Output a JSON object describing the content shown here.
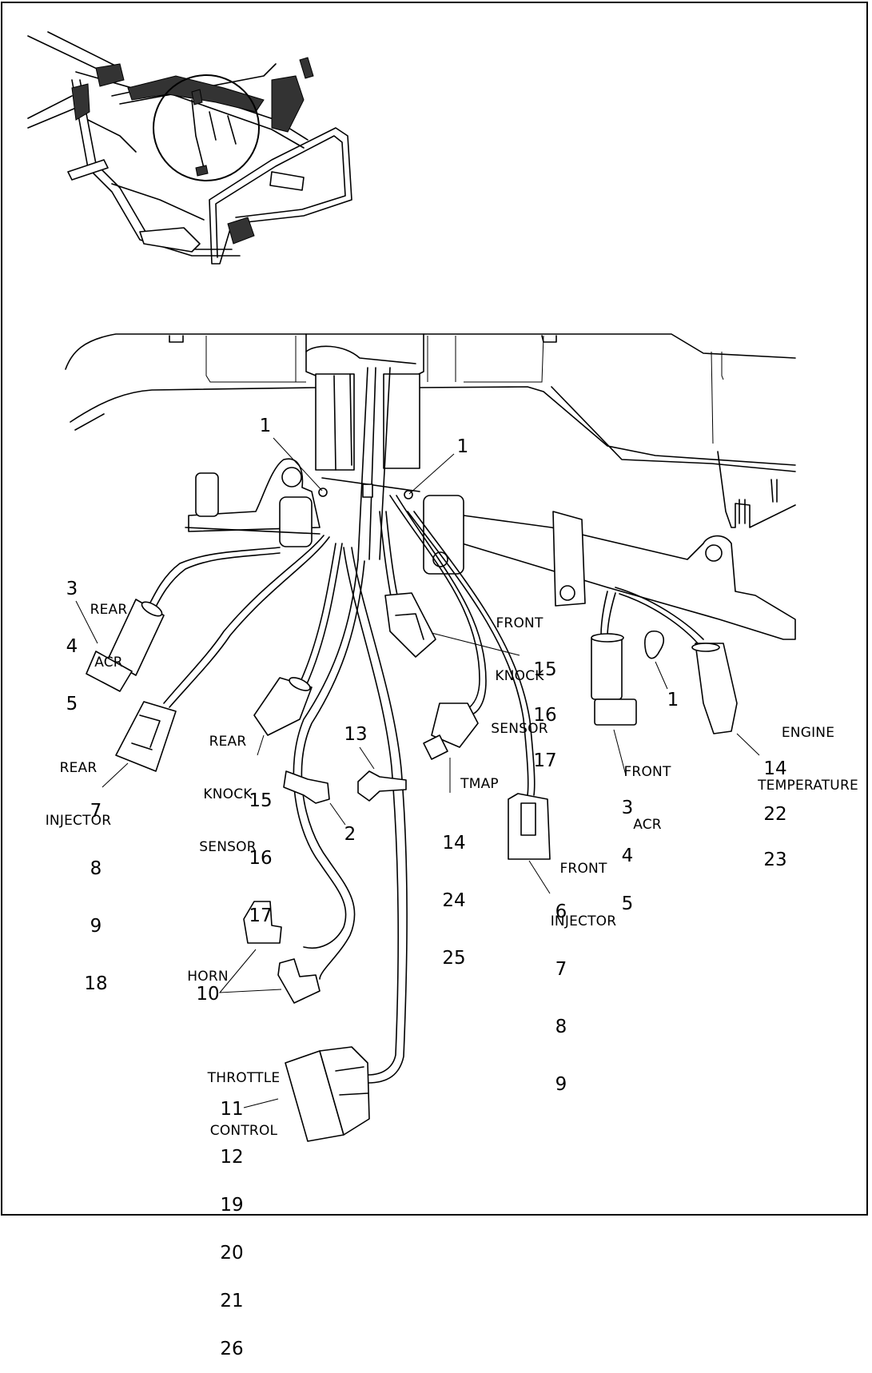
{
  "figure": {
    "type": "wiring harness exploded view",
    "inset": "motorcycle frame overview with circled harness area",
    "line_color": "#000000",
    "background": "#ffffff"
  },
  "callouts": {
    "clip_left": {
      "numbers": [
        "1"
      ]
    },
    "clip_right": {
      "numbers": [
        "1"
      ]
    },
    "clip_lower": {
      "numbers": [
        "1"
      ]
    },
    "rear_acr": {
      "name": [
        "REAR",
        "ACR"
      ],
      "numbers": [
        "3",
        "4",
        "5"
      ]
    },
    "rear_injector": {
      "name": [
        "REAR",
        "INJECTOR"
      ],
      "numbers": [
        "7",
        "8",
        "9",
        "18"
      ]
    },
    "rear_knock_sensor": {
      "name": [
        "REAR",
        "KNOCK",
        "SENSOR"
      ],
      "numbers": [
        "15",
        "16",
        "17"
      ]
    },
    "front_knock_sensor": {
      "name": [
        "FRONT",
        "KNOCK",
        "SENSOR"
      ],
      "numbers": [
        "15",
        "16",
        "17"
      ]
    },
    "push_clip": {
      "numbers": [
        "2"
      ]
    },
    "fir_tree_clip": {
      "numbers": [
        "13"
      ]
    },
    "tmap": {
      "name": [
        "TMAP"
      ],
      "numbers": [
        "14",
        "24",
        "25"
      ]
    },
    "front_injector": {
      "name": [
        "FRONT",
        "INJECTOR"
      ],
      "numbers": [
        "6",
        "7",
        "8",
        "9"
      ]
    },
    "front_acr": {
      "name": [
        "FRONT",
        "ACR"
      ],
      "numbers": [
        "3",
        "4",
        "5"
      ]
    },
    "engine_temperature": {
      "name": [
        "ENGINE",
        "TEMPERATURE"
      ],
      "numbers": [
        "14",
        "22",
        "23"
      ]
    },
    "horn": {
      "name": [
        "HORN"
      ],
      "numbers": [
        "10"
      ]
    },
    "throttle_control": {
      "name": [
        "THROTTLE",
        "CONTROL"
      ],
      "numbers": [
        "11",
        "12",
        "19",
        "20",
        "21",
        "26"
      ]
    }
  }
}
